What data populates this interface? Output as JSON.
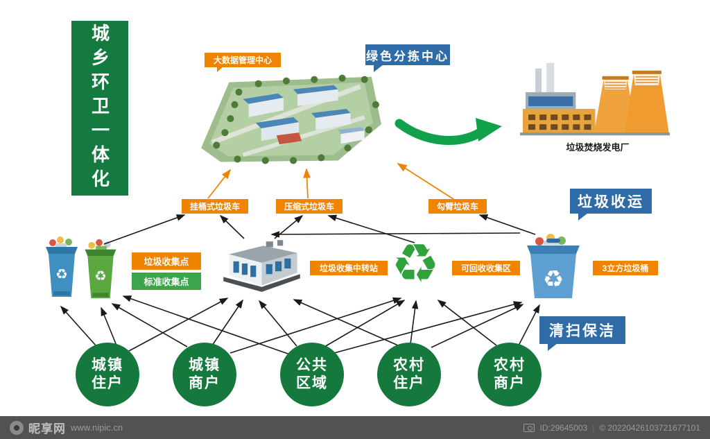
{
  "banner": {
    "title": "城乡环卫一体化"
  },
  "top": {
    "data_center_label": "大数据管理中心",
    "sorting_center_label": "绿色分拣中心",
    "plant_label": "垃圾焚烧发电厂"
  },
  "trucks": {
    "bucket": "挂桶式垃圾车",
    "compress": "压缩式垃圾车",
    "hook": "勾臂垃圾车"
  },
  "bubbles": {
    "collection_transport": "垃圾收运",
    "cleaning": "清扫保洁"
  },
  "collection": {
    "collection_point": "垃圾收集点",
    "standard_point": "标准收集点",
    "transfer_station": "垃圾收集中转站",
    "recyclable_area": "可回收收集区",
    "bin_3m3": "3立方垃圾桶"
  },
  "sources": [
    {
      "line1": "城镇",
      "line2": "住户"
    },
    {
      "line1": "城镇",
      "line2": "商户"
    },
    {
      "line1": "公共",
      "line2": "区域"
    },
    {
      "line1": "农村",
      "line2": "住户"
    },
    {
      "line1": "农村",
      "line2": "商户"
    }
  ],
  "icons": {
    "recycle_symbol": "♻"
  },
  "footer": {
    "site_name": "昵享网",
    "site_url": "www.nipic.cn",
    "image_id": "ID:29645003",
    "serial": "© 20220426103721677101"
  },
  "colors": {
    "green_dark": "#15793e",
    "green_mid": "#3aa54a",
    "orange": "#f08300",
    "blue": "#2f6ba6",
    "recycle_green": "#2fa23c"
  }
}
